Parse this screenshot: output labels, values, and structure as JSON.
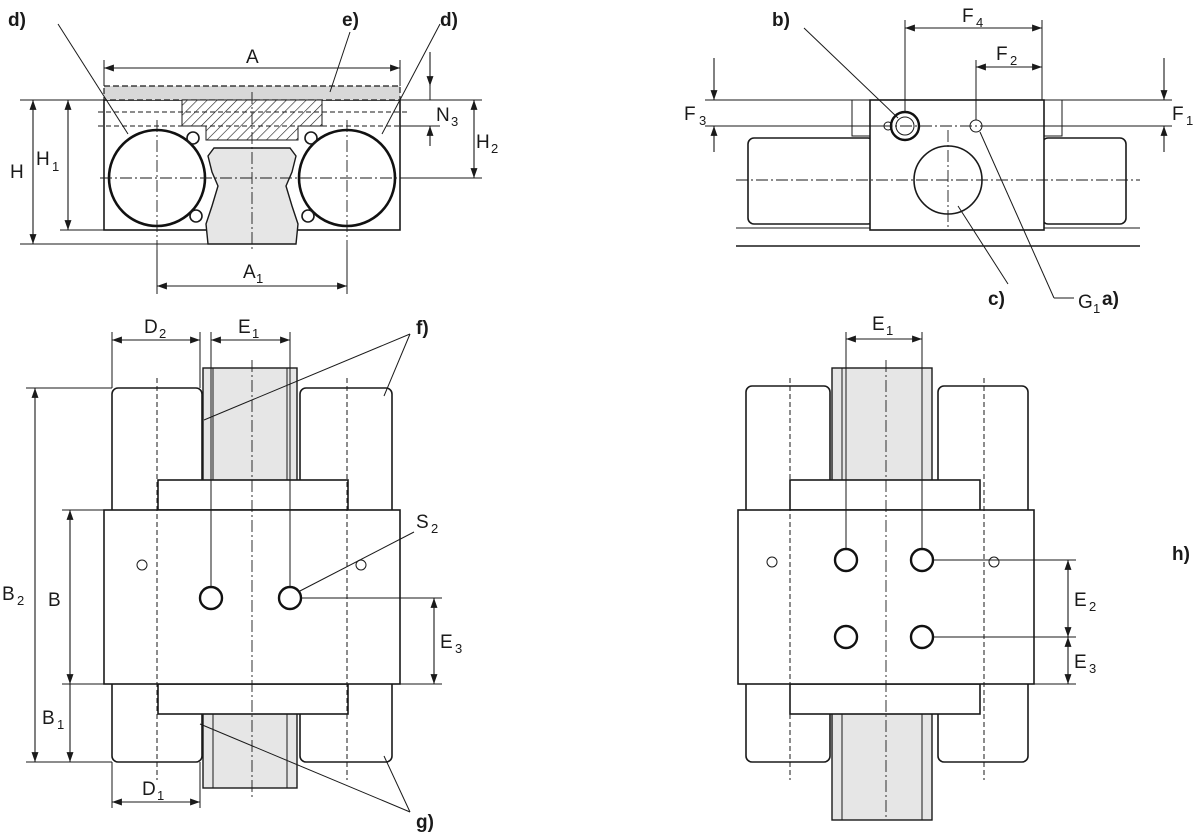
{
  "labels": {
    "A": "A",
    "A1": {
      "main": "A",
      "sub": "1"
    },
    "H": "H",
    "H1": {
      "main": "H",
      "sub": "1"
    },
    "H2": {
      "main": "H",
      "sub": "2"
    },
    "N3": {
      "main": "N",
      "sub": "3"
    },
    "F1": {
      "main": "F",
      "sub": "1"
    },
    "F2": {
      "main": "F",
      "sub": "2"
    },
    "F3": {
      "main": "F",
      "sub": "3"
    },
    "F4": {
      "main": "F",
      "sub": "4"
    },
    "G1": {
      "main": "G",
      "sub": "1"
    },
    "D1": {
      "main": "D",
      "sub": "1"
    },
    "D2": {
      "main": "D",
      "sub": "2"
    },
    "E1_left": {
      "main": "E",
      "sub": "1"
    },
    "E1_right": {
      "main": "E",
      "sub": "1"
    },
    "E2": {
      "main": "E",
      "sub": "2"
    },
    "E3_left": {
      "main": "E",
      "sub": "3"
    },
    "E3_right": {
      "main": "E",
      "sub": "3"
    },
    "B": "B",
    "B1": {
      "main": "B",
      "sub": "1"
    },
    "B2": {
      "main": "B",
      "sub": "2"
    },
    "S2": {
      "main": "S",
      "sub": "2"
    }
  },
  "callouts": {
    "a": "a)",
    "b": "b)",
    "c": "c)",
    "d_left": "d)",
    "d_right": "d)",
    "e": "e)",
    "f": "f)",
    "g": "g)",
    "h": "h)"
  }
}
